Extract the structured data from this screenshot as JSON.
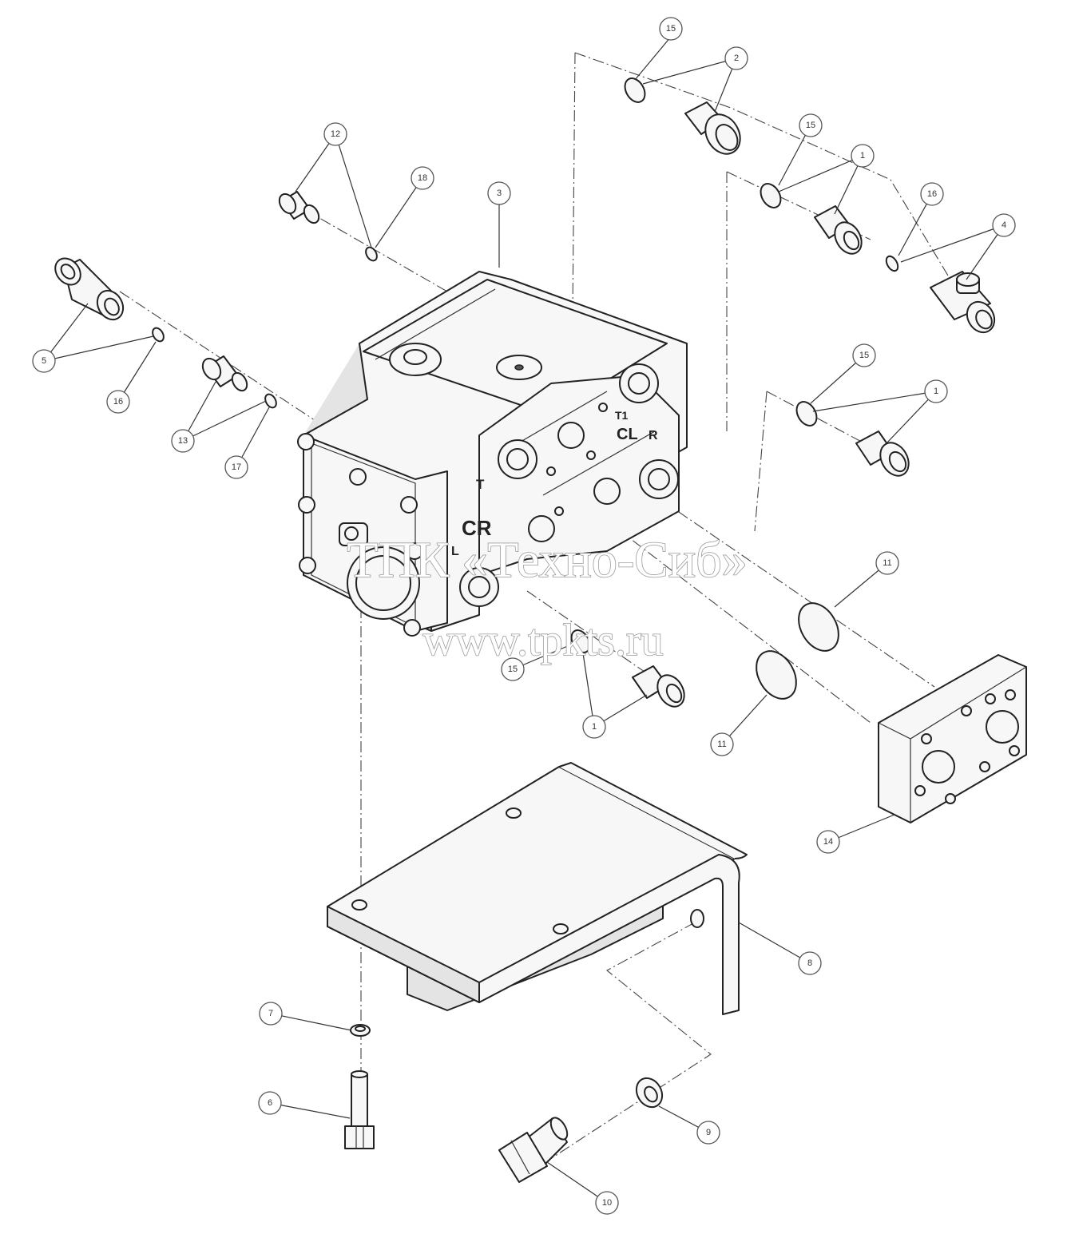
{
  "port_labels": {
    "t": "T",
    "cr": "CR",
    "l": "L",
    "cl": "CL",
    "r": "R",
    "t1": "T1"
  },
  "watermark": {
    "line1": "ТПК «Техно-Сиб»",
    "line2": "www.tpkts.ru"
  },
  "callouts": [
    {
      "id": "c15a",
      "label": "15"
    },
    {
      "id": "c2",
      "label": "2"
    },
    {
      "id": "c12",
      "label": "12"
    },
    {
      "id": "c18",
      "label": "18"
    },
    {
      "id": "c3",
      "label": "3"
    },
    {
      "id": "c15b",
      "label": "15"
    },
    {
      "id": "c1a",
      "label": "1"
    },
    {
      "id": "c16a",
      "label": "16"
    },
    {
      "id": "c4",
      "label": "4"
    },
    {
      "id": "c5",
      "label": "5"
    },
    {
      "id": "c16b",
      "label": "16"
    },
    {
      "id": "c13",
      "label": "13"
    },
    {
      "id": "c17",
      "label": "17"
    },
    {
      "id": "c15c",
      "label": "15"
    },
    {
      "id": "c1b",
      "label": "1"
    },
    {
      "id": "c11a",
      "label": "11"
    },
    {
      "id": "c15d",
      "label": "15"
    },
    {
      "id": "c1c",
      "label": "1"
    },
    {
      "id": "c11b",
      "label": "11"
    },
    {
      "id": "c14",
      "label": "14"
    },
    {
      "id": "c8",
      "label": "8"
    },
    {
      "id": "c7",
      "label": "7"
    },
    {
      "id": "c6",
      "label": "6"
    },
    {
      "id": "c9",
      "label": "9"
    },
    {
      "id": "c10",
      "label": "10"
    }
  ]
}
